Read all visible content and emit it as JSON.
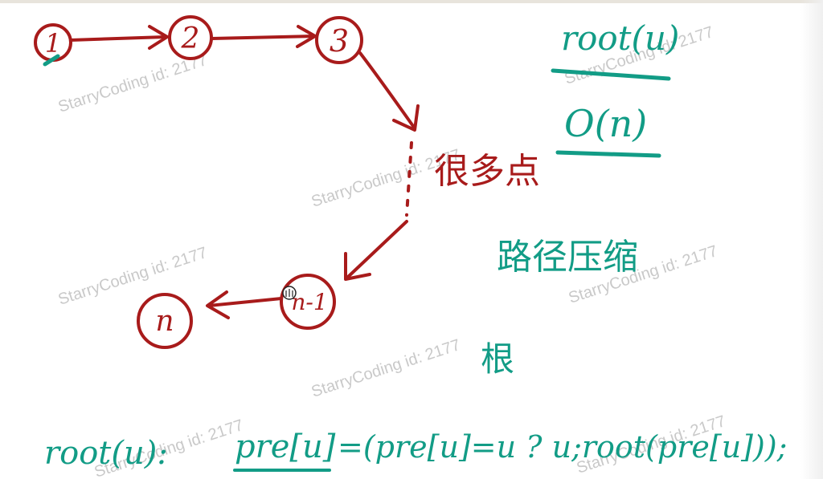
{
  "colors": {
    "red": "#a81b1b",
    "teal": "#129c86",
    "watermark": "#cfcfcf"
  },
  "watermark_text": "StarryCoding id: 2177",
  "nodes": [
    {
      "label": "1"
    },
    {
      "label": "2"
    },
    {
      "label": "3"
    },
    {
      "label": "n-1"
    },
    {
      "label": "n"
    }
  ],
  "many_points_text": "很多点",
  "annotations": {
    "root_u": "root(u)",
    "complexity": "O(n)",
    "path_compression": "路径压缩",
    "root_char": "根"
  },
  "code": {
    "func_label": "root(u):",
    "expr_lhs": "pre[u]",
    "expr_rhs": "=(pre[u]=u ? u;root(pre[u]));"
  }
}
